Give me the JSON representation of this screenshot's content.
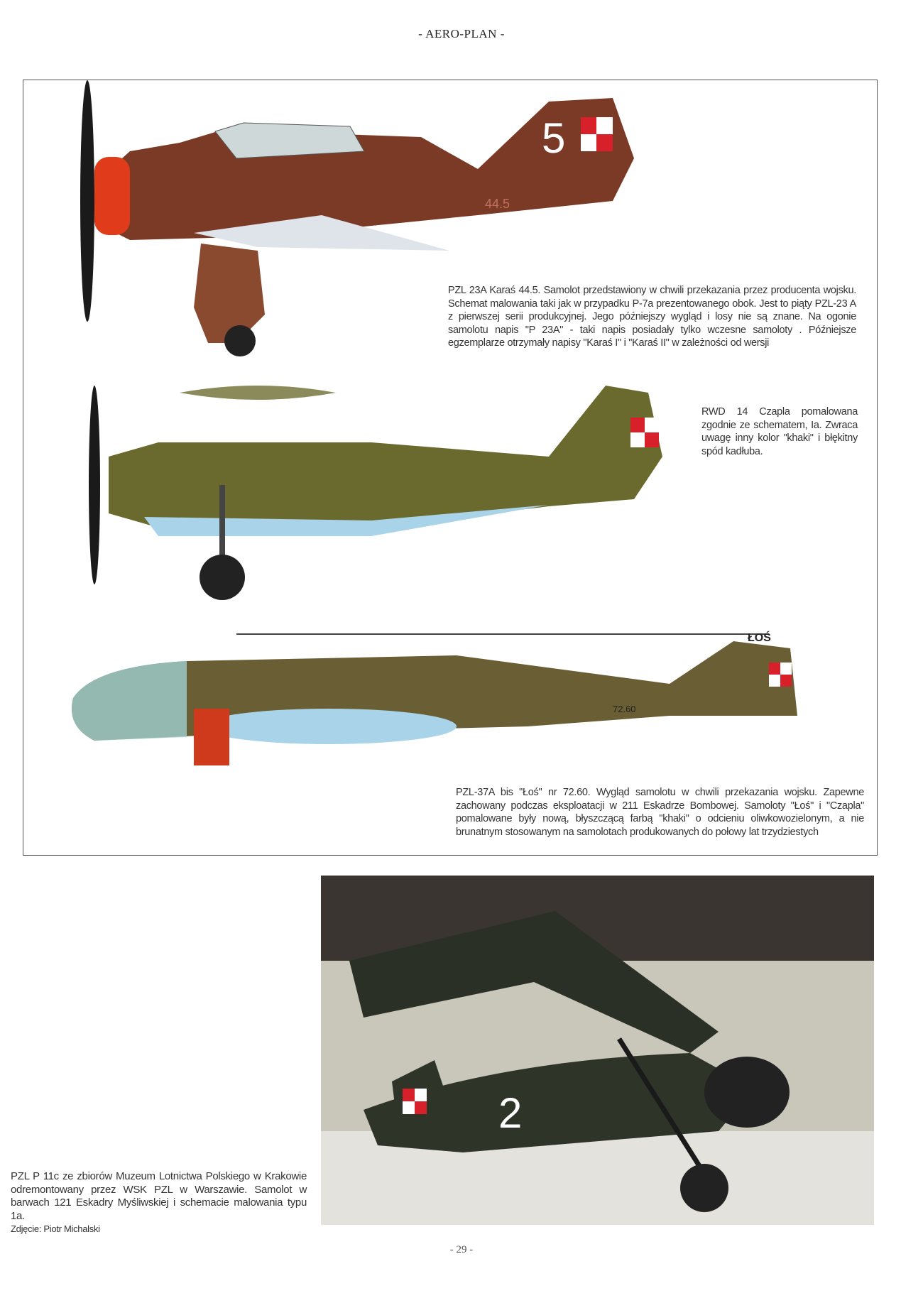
{
  "header": {
    "title": "- AERO-PLAN -"
  },
  "plates": [
    {
      "caption": "PZL 23A Karaś 44.5. Samolot przedstawiony w chwili przekazania przez producenta wojsku. Schemat malowania taki jak w przypadku P-7a prezentowanego obok. Jest to piąty PZL-23 A z pierwszej serii produkcyjnej. Jego późniejszy wygląd i losy nie są znane. Na ogonie samolotu napis \"P 23A\" - taki napis posiadały tylko wczesne samoloty . Późniejsze egzemplarze otrzymały napisy \"Karaś I\" i \"Karaś II\" w zależności od wersji",
      "markings": {
        "tail_number": "5",
        "fuselage_code": "44.5"
      }
    },
    {
      "caption": "RWD 14 Czapla pomalowana zgodnie ze schematem, Ia. Zwraca uwagę inny kolor \"khaki\" i błękitny spód kadłuba."
    },
    {
      "caption": "PZL-37A bis \"Łoś\" nr 72.60. Wygląd samolotu w chwili przekazania wojsku. Zapewne zachowany podczas eksploatacji w 211 Eskadrze Bombowej. Samoloty \"Łoś\" i \"Czapla\" pomalowane były nową, błyszczącą farbą \"khaki\" o odcieniu oliwkowozielonym, a nie brunatnym stosowanym na samolotach produkowanych do połowy lat trzydziestych",
      "markings": {
        "tail_name": "ŁOŚ",
        "fuselage_code": "72.60"
      }
    }
  ],
  "photo": {
    "caption": "PZL P 11c ze zbiorów Muzeum Lotnictwa Polskiego w Krakowie odremontowany przez WSK PZL w Warszawie. Samolot w barwach 121 Eskadry Myśliwskiej i schemacie malowania typu 1a.",
    "credit": "Zdjęcie: Piotr Michalski",
    "markings": {
      "fuselage_number": "2"
    }
  },
  "footer": {
    "page_number": "- 29 -"
  },
  "colors": {
    "karas_brown": "#7a3a26",
    "czapla_khaki": "#6b6a2e",
    "los_olive": "#6a5e34",
    "underside_blue": "#a9d3e8",
    "p11_dark": "#2f3428"
  }
}
